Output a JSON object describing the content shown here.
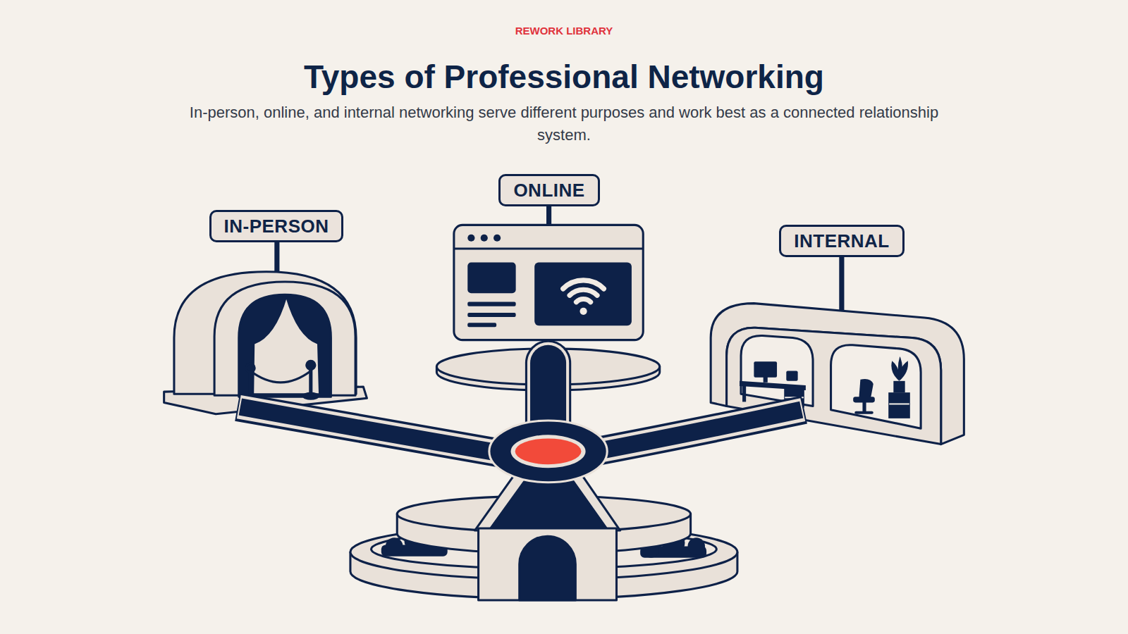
{
  "diagram": {
    "title": "Types of Professional Networking",
    "caption": "In-person, online, and internal networking serve different purposes and work best as a connected relationship system.",
    "nodes": [
      {
        "text": [
          "IN-PERSON"
        ]
      },
      {
        "text": [
          "ONLINE"
        ]
      },
      {
        "text": [
          "INTERNAL"
        ]
      }
    ],
    "labels": [
      "REWORK LIBRARY"
    ]
  }
}
